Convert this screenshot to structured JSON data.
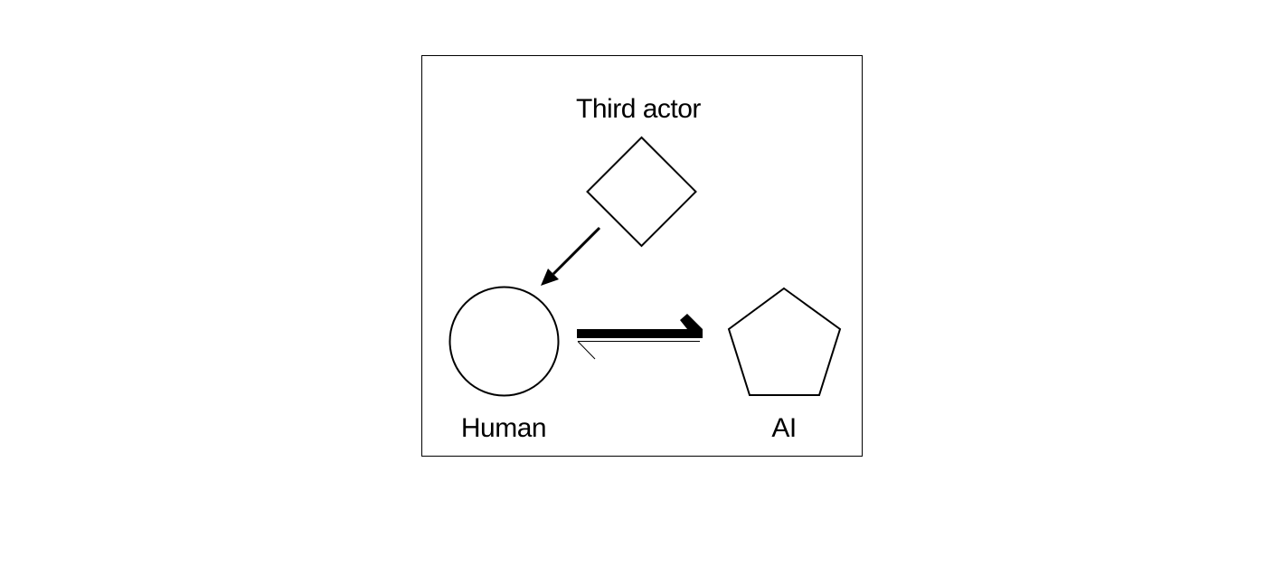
{
  "diagram": {
    "nodes": {
      "third_actor": {
        "label": "Third actor",
        "shape": "diamond"
      },
      "human": {
        "label": "Human",
        "shape": "circle"
      },
      "ai": {
        "label": "AI",
        "shape": "pentagon"
      }
    },
    "edges": [
      {
        "from": "third_actor",
        "to": "human",
        "style": "arrow"
      },
      {
        "from": "human",
        "to": "ai",
        "style": "thick-half-arrow"
      },
      {
        "from": "ai",
        "to": "human",
        "style": "thin-half-arrow"
      }
    ],
    "colors": {
      "stroke": "#000000",
      "background": "#ffffff"
    }
  }
}
